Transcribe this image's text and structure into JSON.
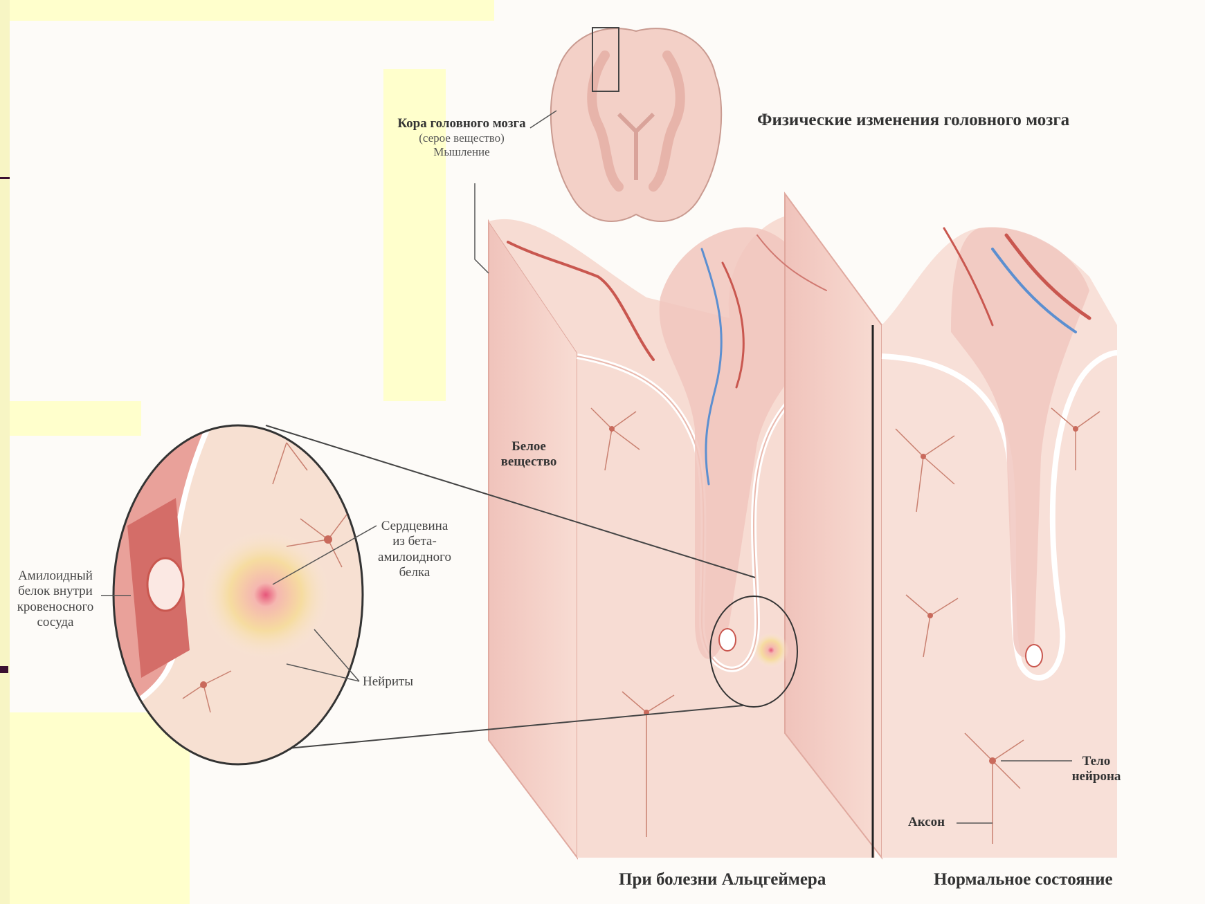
{
  "title": "Физические изменения головного мозга",
  "labels": {
    "cortex_title": "Кора головного мозга",
    "cortex_sub1": "(серое вещество)",
    "cortex_sub2": "Мышление",
    "white_matter_1": "Белое",
    "white_matter_2": "вещество",
    "amyloid_1": "Амилоидный",
    "amyloid_2": "белок внутри",
    "amyloid_3": "кровеносного",
    "amyloid_4": "сосуда",
    "core_1": "Сердцевина",
    "core_2": "из бета-",
    "core_3": "амилоидного",
    "core_4": "белка",
    "neurites": "Нейриты",
    "neuron_body_1": "Тело",
    "neuron_body_2": "нейрона",
    "axon": "Аксон"
  },
  "captions": {
    "alzheimer": "При болезни Альцгеймера",
    "normal": "Нормальное состояние"
  },
  "colors": {
    "background": "#ffffcc",
    "tissue": "#f2c9c3",
    "tissue_light": "#f8e2da",
    "artery": "#c9574f",
    "vein": "#5c8fd0",
    "plaque": "#f3d27a"
  }
}
